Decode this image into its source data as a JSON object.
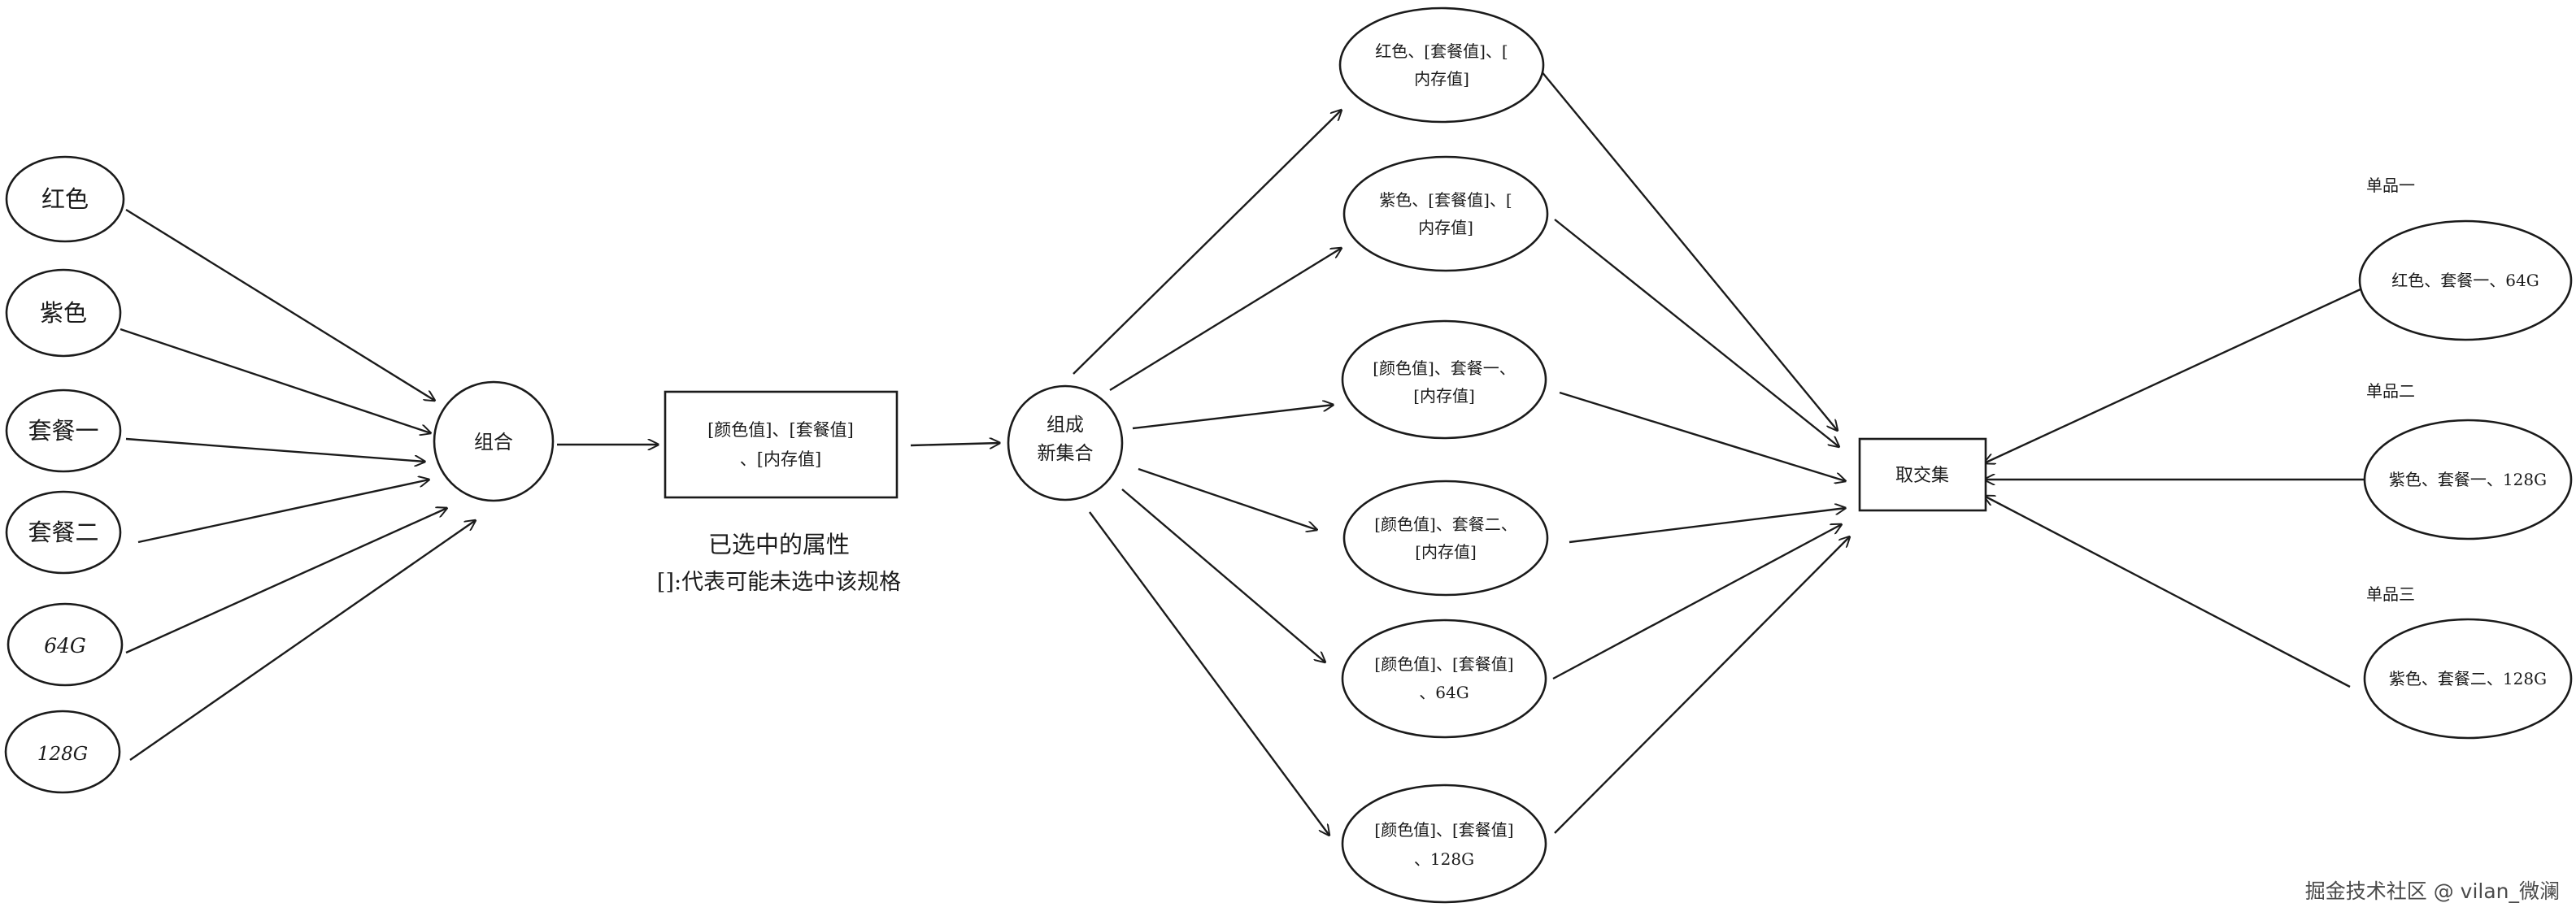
{
  "attributes": [
    "红色",
    "紫色",
    "套餐一",
    "套餐二",
    "64G",
    "128G"
  ],
  "combine": "组合",
  "selected_box": [
    "[颜色值]、[套餐值]",
    "、[内存值]"
  ],
  "caption": [
    "已选中的属性",
    "[]:代表可能未选中该规格"
  ],
  "new_set": [
    "组成",
    "新集合"
  ],
  "subsets": [
    [
      "红色、[套餐值]、[",
      "内存值]"
    ],
    [
      "紫色、[套餐值]、[",
      "内存值]"
    ],
    [
      "[颜色值]、套餐一、",
      "[内存值]"
    ],
    [
      "[颜色值]、套餐二、",
      "[内存值]"
    ],
    [
      "[颜色值]、[套餐值]",
      "、64G"
    ],
    [
      "[颜色值]、[套餐值]",
      "、128G"
    ]
  ],
  "intersection": "取交集",
  "products": [
    {
      "title": "单品一",
      "value": "红色、套餐一、64G"
    },
    {
      "title": "单品二",
      "value": "紫色、套餐一、128G"
    },
    {
      "title": "单品三",
      "value": "紫色、套餐二、128G"
    }
  ],
  "watermark": "掘金技术社区 @ vilan_微澜"
}
